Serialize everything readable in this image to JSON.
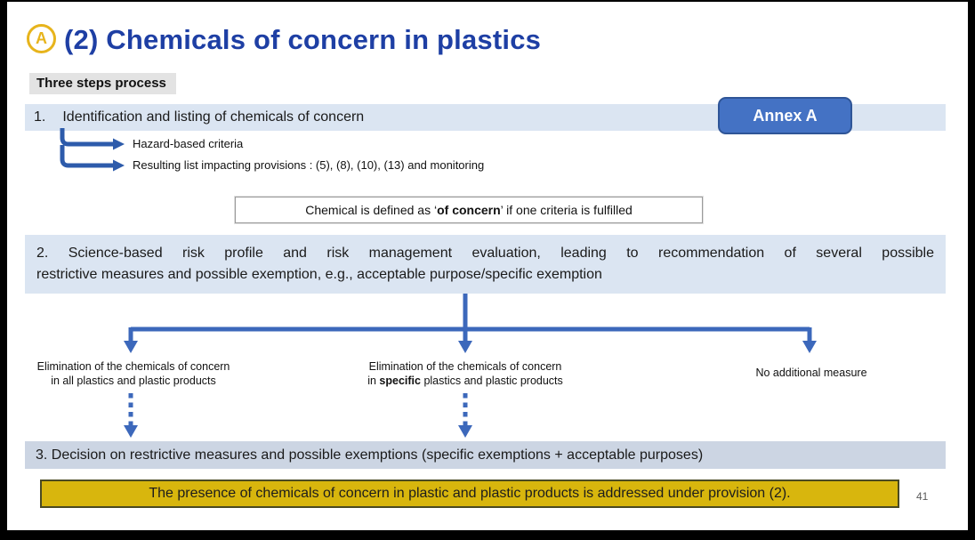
{
  "slide": {
    "badge": "A",
    "title": "(2) Chemicals of concern in plastics",
    "subtitle": "Three steps process",
    "annex_label": "Annex A",
    "step1": {
      "number": "1.",
      "text": "Identification and listing of chemicals of concern"
    },
    "bullets": [
      {
        "text": "Hazard-based criteria"
      },
      {
        "text": "Resulting list impacting provisions : (5), (8), (10), (13) and monitoring"
      }
    ],
    "definition": {
      "prefix": "Chemical is defined as ‘",
      "bold": "of concern",
      "suffix": "’ if one criteria is fulfilled"
    },
    "step2": {
      "line1": "2.  Science-based risk profile and risk management evaluation, leading to recommendation of several possible",
      "line2": "restrictive measures and possible exemption, e.g., acceptable purpose/specific exemption"
    },
    "branches": {
      "left": {
        "line1": "Elimination of the chemicals of concern",
        "line2": "in all plastics and plastic products"
      },
      "center": {
        "line1": "Elimination of the chemicals of concern",
        "line2_prefix": "in ",
        "line2_bold": "specific",
        "line2_suffix": " plastics and plastic products"
      },
      "right": {
        "label": "No additional measure"
      }
    },
    "step3": "3. Decision on restrictive measures and possible exemptions (specific exemptions + acceptable purposes)",
    "banner": "The presence of chemicals of concern in plastic and plastic products is addressed under provision (2).",
    "page_number": "41",
    "colors": {
      "title": "#1e3fa4",
      "arrow_blue": "#3c68bb",
      "elbow_blue": "#2d5bab",
      "step_bar_bg": "#dbe5f2",
      "step3_bar_bg": "#ccd5e3",
      "annex_bg": "#4472c4",
      "banner_bg": "#d8b60d",
      "badge_ring": "#e7b41c"
    }
  }
}
